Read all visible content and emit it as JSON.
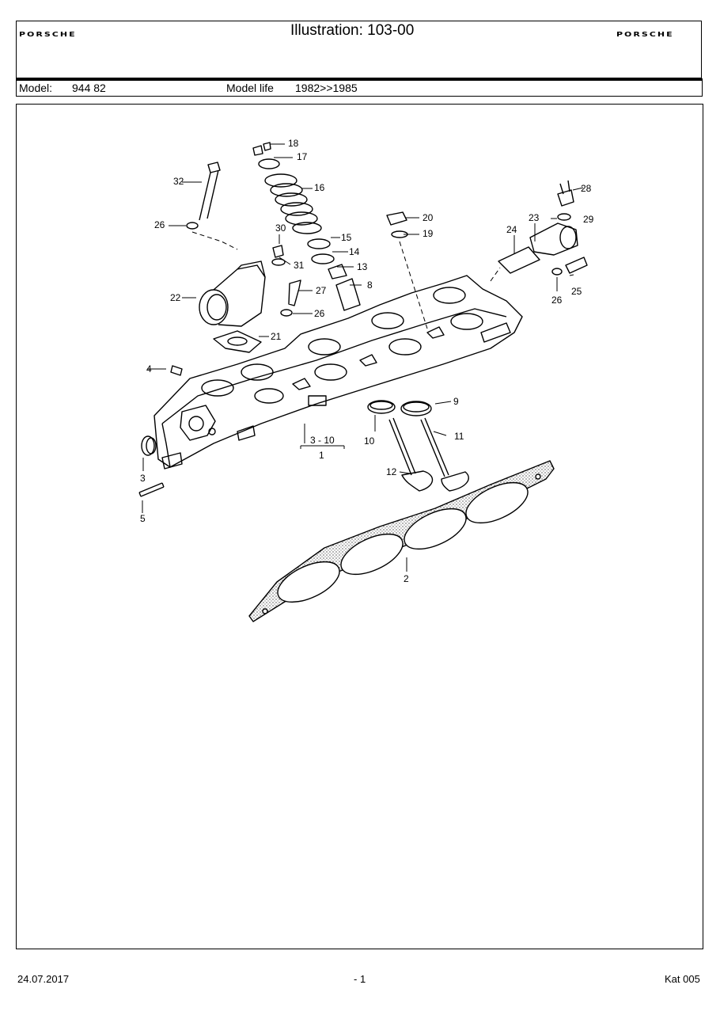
{
  "header": {
    "brand_left": "PORSCHE",
    "title": "Illustration: 103-00",
    "brand_right": "PORSCHE"
  },
  "model_row": {
    "model_label": "Model:",
    "model_value": "944 82",
    "life_label": "Model life",
    "life_value": "1982>>1985"
  },
  "callouts": {
    "c1": "1",
    "c2": "2",
    "c3": "3",
    "c3_10": "3  - 10",
    "c4": "4",
    "c5": "5",
    "c8": "8",
    "c9": "9",
    "c10": "10",
    "c11": "11",
    "c12": "12",
    "c13": "13",
    "c14": "14",
    "c15": "15",
    "c16": "16",
    "c17": "17",
    "c18": "18",
    "c19": "19",
    "c20": "20",
    "c21": "21",
    "c22": "22",
    "c23": "23",
    "c24": "24",
    "c25": "25",
    "c26a": "26",
    "c26b": "26",
    "c26c": "26",
    "c27": "27",
    "c28": "28",
    "c29": "29",
    "c30": "30",
    "c31": "31",
    "c32": "32"
  },
  "footer": {
    "date": "24.07.2017",
    "page": "- 1",
    "catalog": "Kat 005"
  }
}
